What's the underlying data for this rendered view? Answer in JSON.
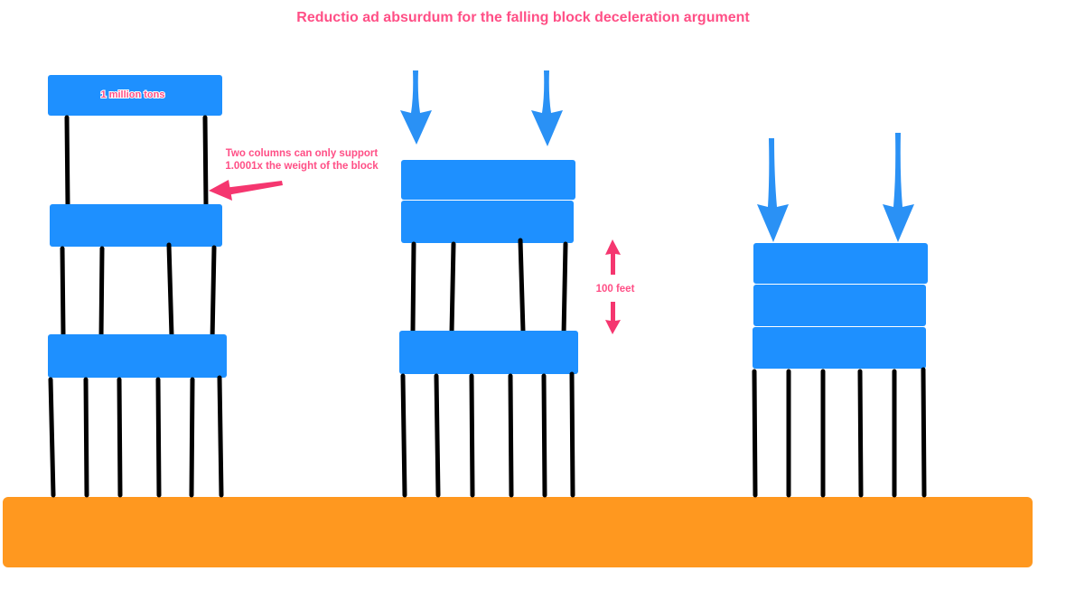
{
  "title": "Reductio ad absurdum for the falling block deceleration argument",
  "block_label": "1 million tons",
  "annotation": {
    "line1": "Two columns can only support",
    "line2": "1.0001x the weight of the block"
  },
  "height_label": "100 feet",
  "colors": {
    "block": "#1e90ff",
    "ground": "#ff981f",
    "column": "#000000",
    "arrow_blue": "#2a91f5",
    "arrow_pink": "#f5366f",
    "label_pink": "#ff4f86"
  }
}
